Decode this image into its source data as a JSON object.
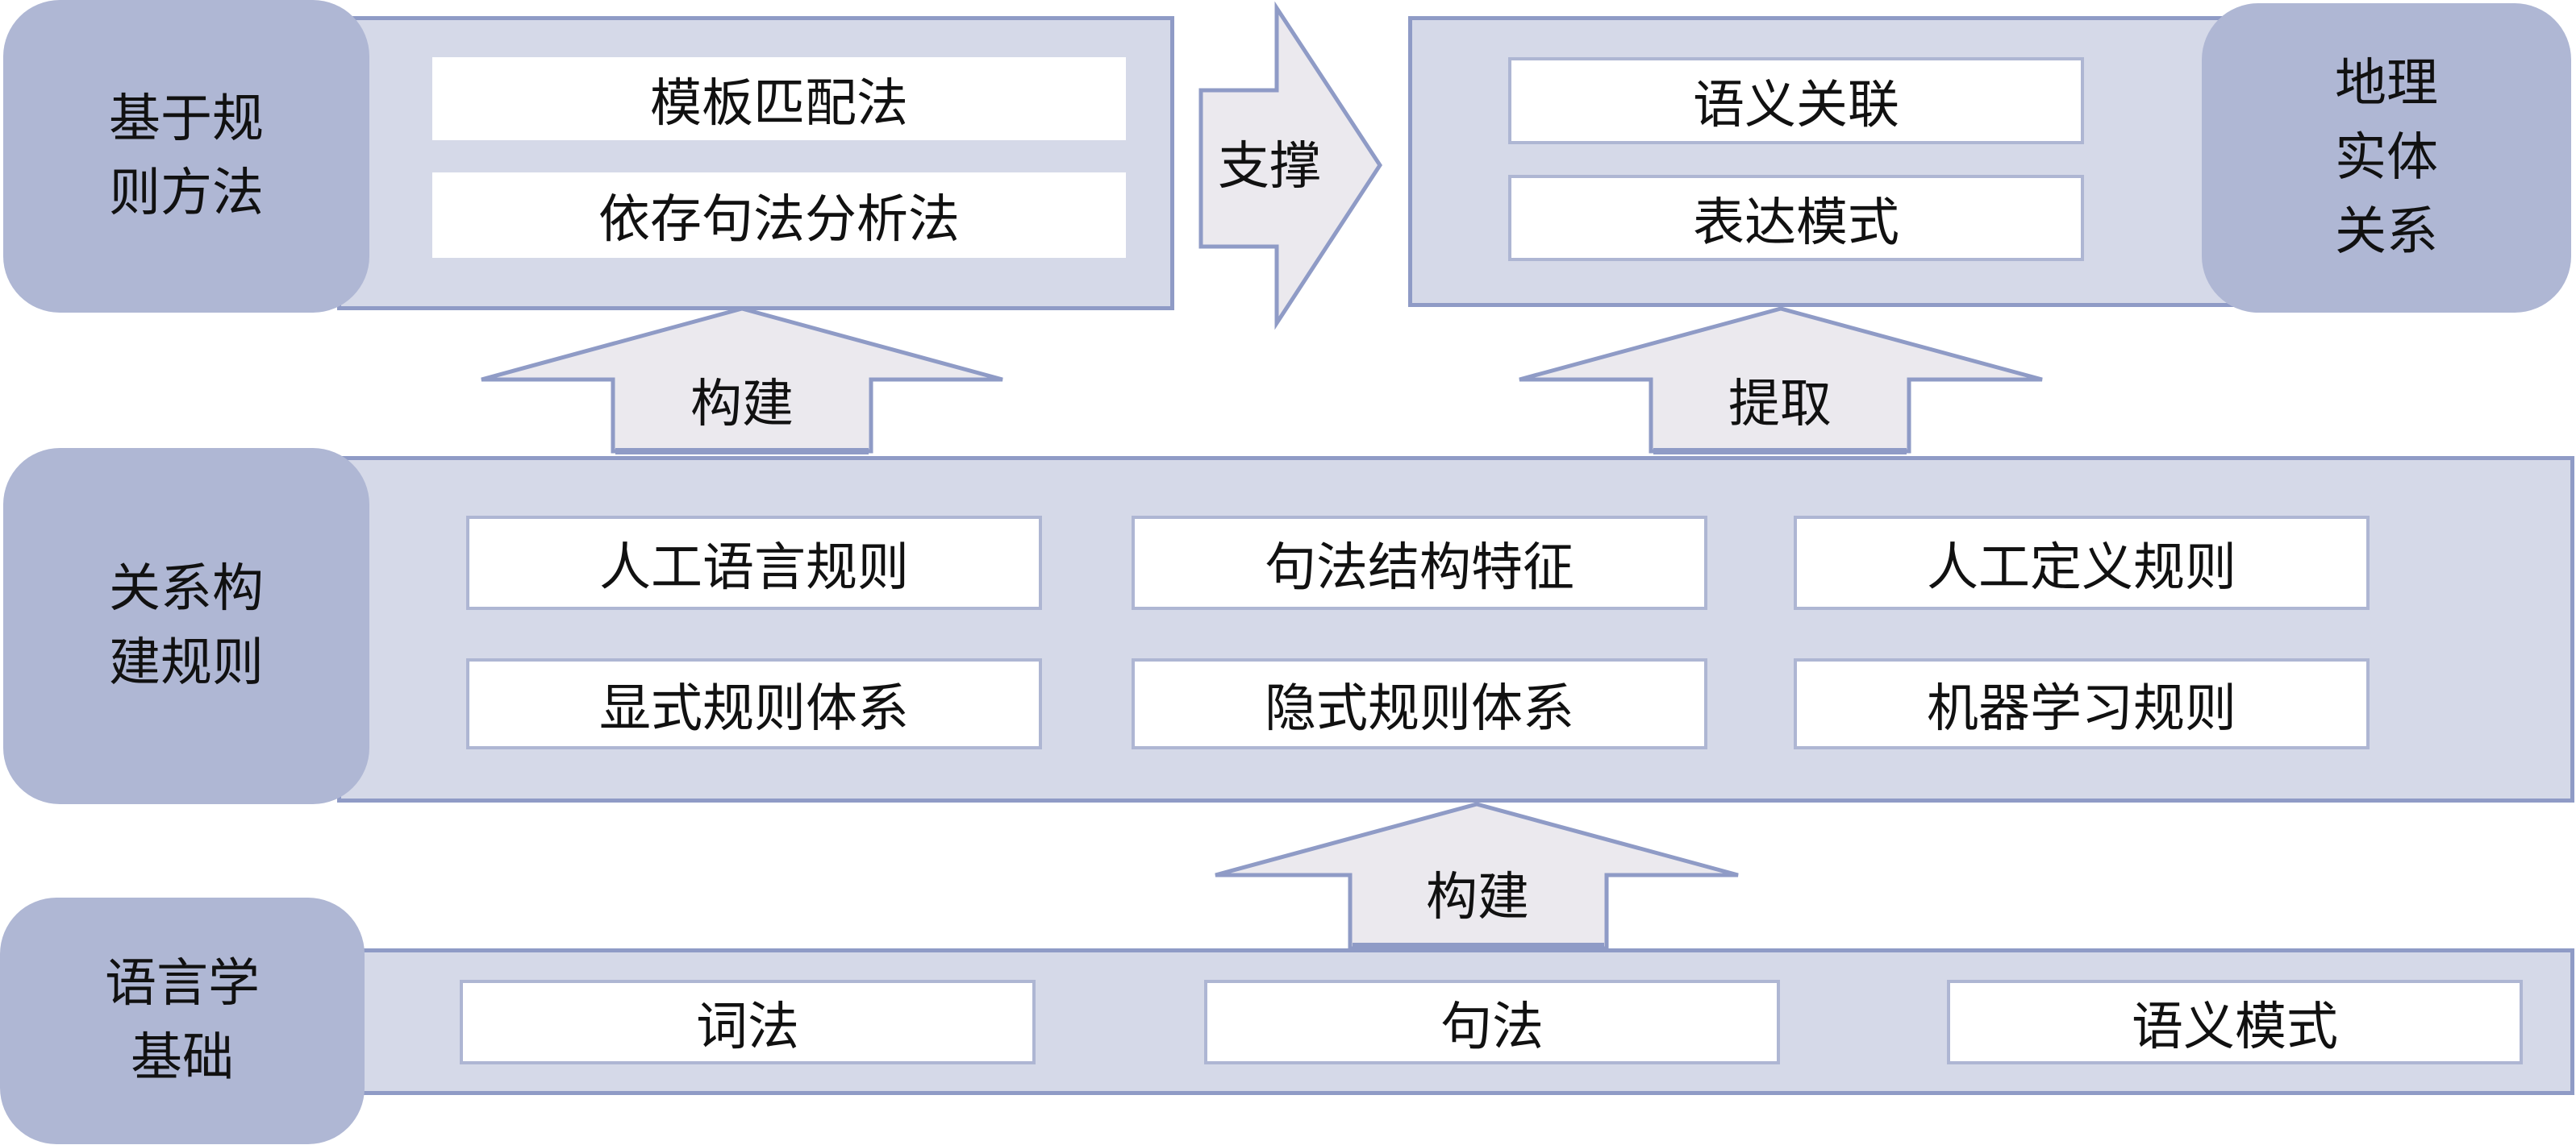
{
  "colors": {
    "label_fill": "#AFB7D4",
    "container_fill": "#D5D9E8",
    "container_border": "#8F9BC6",
    "item_border": "#AEB6D3",
    "arrow_fill": "#EBE9EE"
  },
  "top_left": {
    "label": "基于规\n则方法",
    "items": [
      "模板匹配法",
      "依存句法分析法"
    ]
  },
  "top_right": {
    "label": "地理\n实体\n关系",
    "items": [
      "语义关联",
      "表达模式"
    ]
  },
  "middle": {
    "label": "关系构\n建规则",
    "items": [
      "人工语言规则",
      "句法结构特征",
      "人工定义规则",
      "显式规则体系",
      "隐式规则体系",
      "机器学习规则"
    ]
  },
  "bottom": {
    "label": "语言学\n基础",
    "items": [
      "词法",
      "句法",
      "语义模式"
    ]
  },
  "arrows": {
    "support": "支撑",
    "build_top": "构建",
    "extract": "提取",
    "build_bottom": "构建"
  }
}
